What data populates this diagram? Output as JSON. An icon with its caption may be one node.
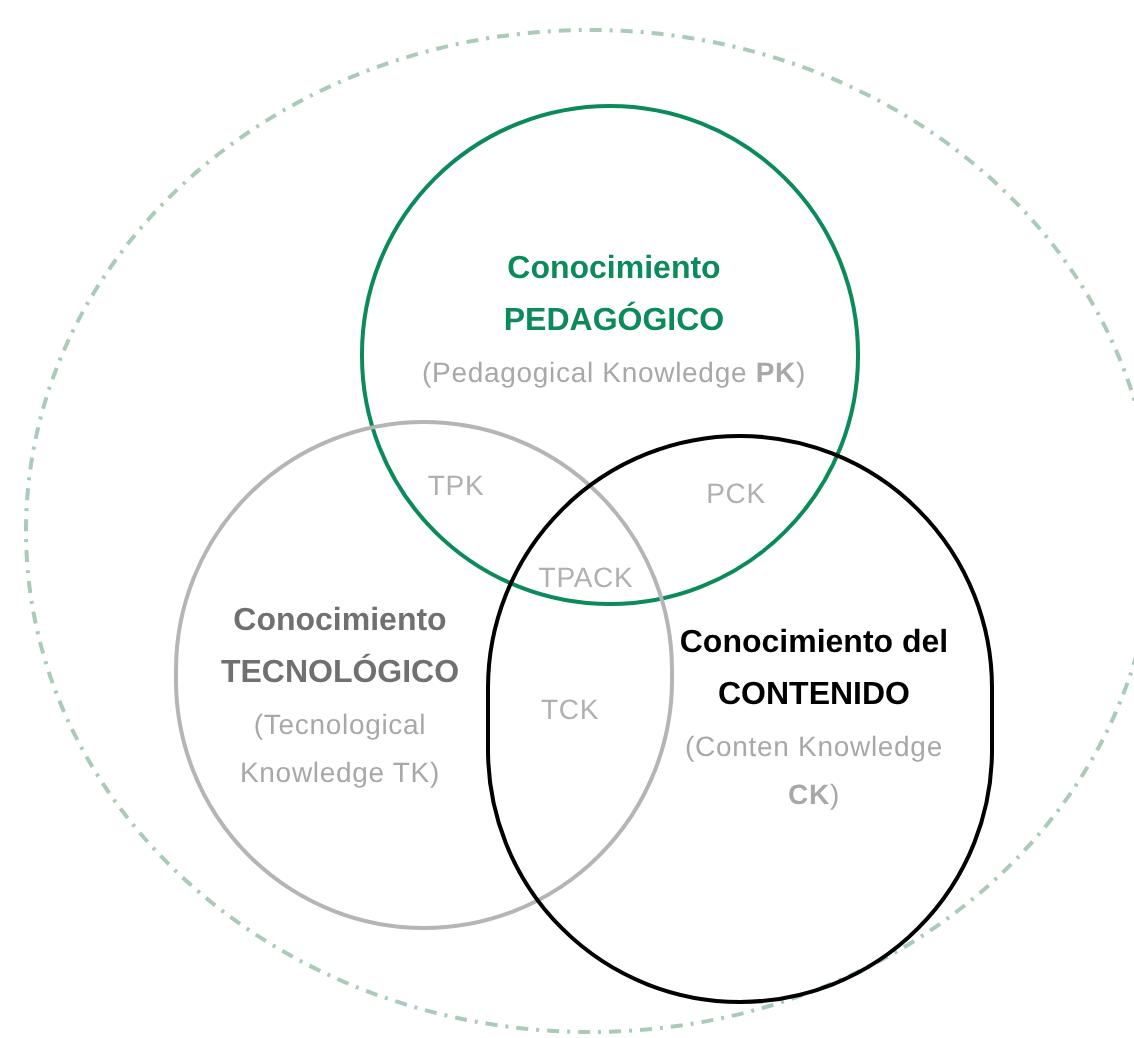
{
  "diagram": {
    "nodes": [
      {
        "text": [],
        "shape": "circle"
      },
      {
        "text": [
          "Conocimiento PEDAGÓGICO",
          "(Pedagogical Knowledge **PK**)"
        ],
        "in": 0
      },
      {
        "text": [
          "Conocimiento TECNOLÓGICO",
          "(Tecnological Knowledge TK)"
        ],
        "in": 0
      },
      {
        "text": [
          "Conocimiento del CONTENIDO",
          "(Conten Knowledge **CK**)"
        ],
        "in": 0
      }
    ],
    "labels": [
      "TPK",
      "PCK",
      "TPACK",
      "TCK"
    ]
  }
}
